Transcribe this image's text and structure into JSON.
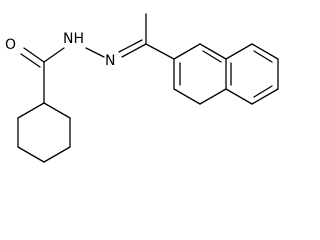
{
  "atoms": {
    "oxygen": "O",
    "amide_nitrogen": "NH",
    "imine_nitrogen": "N"
  }
}
